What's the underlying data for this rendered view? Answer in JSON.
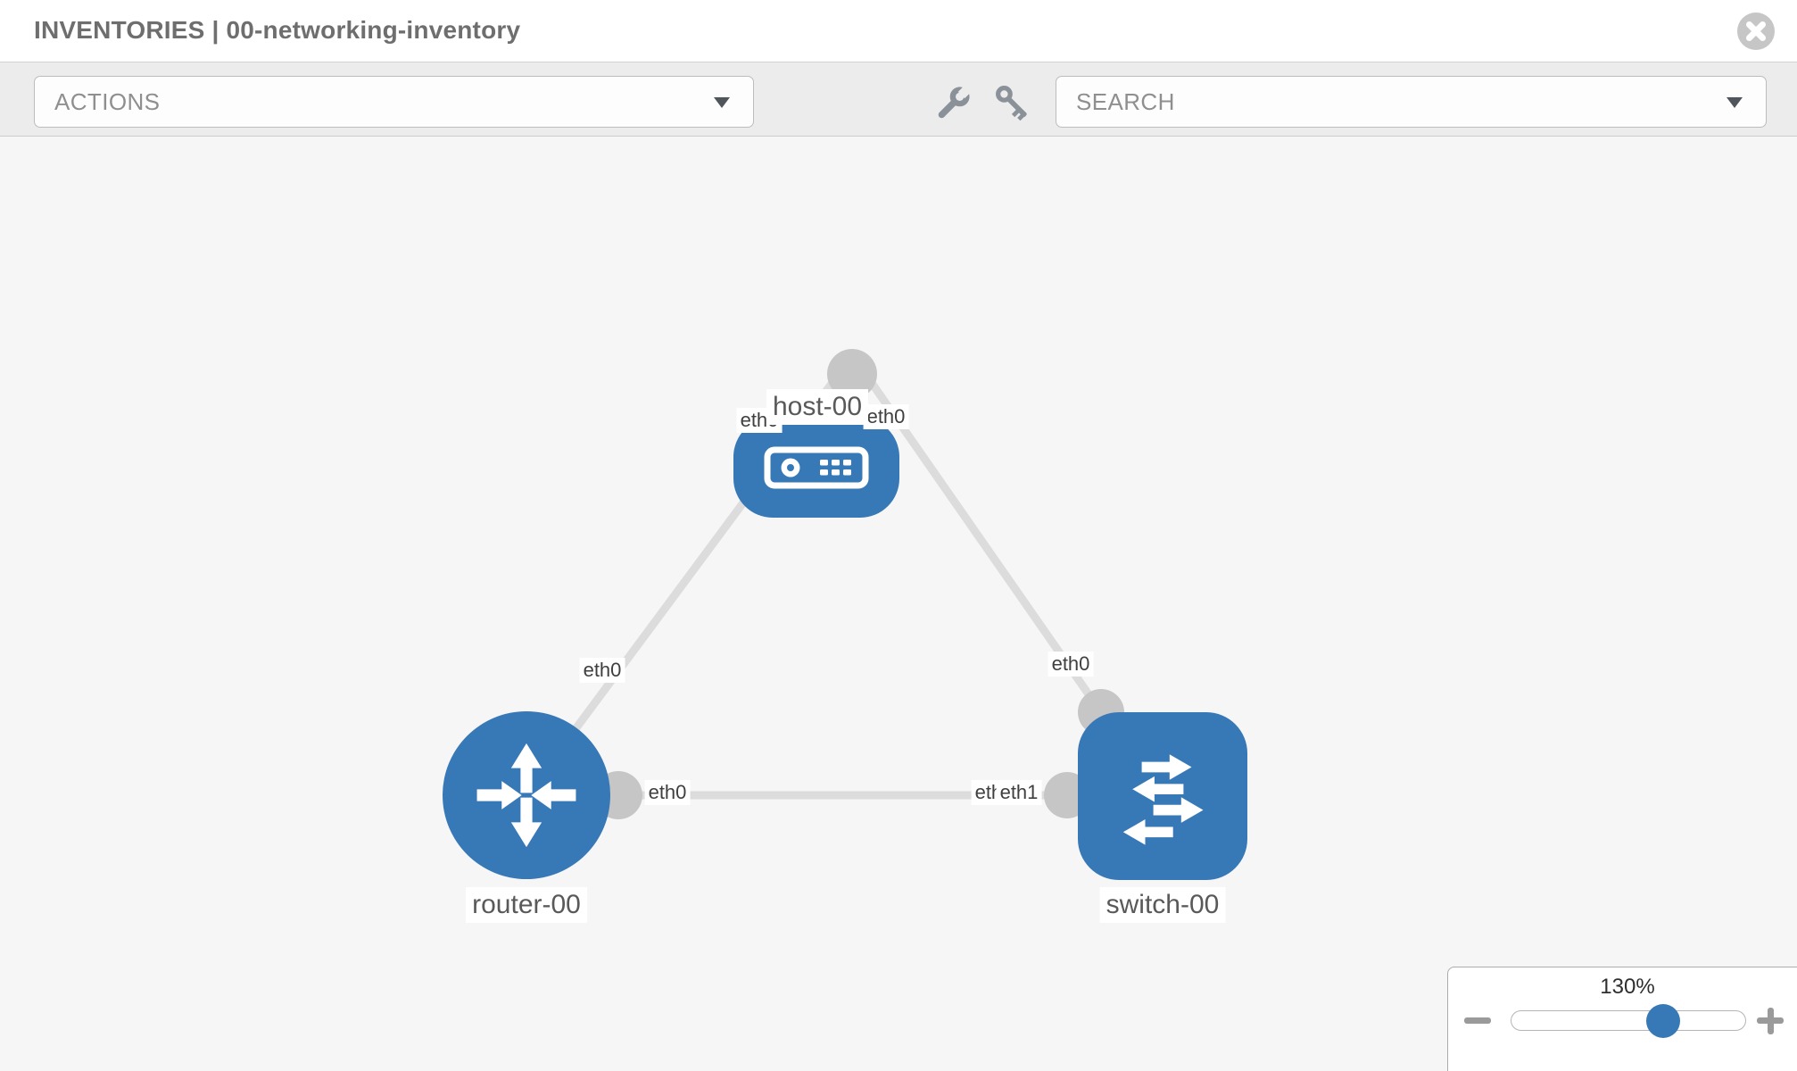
{
  "header": {
    "title": "INVENTORIES | 00-networking-inventory"
  },
  "toolbar": {
    "actions": {
      "label": "ACTIONS"
    },
    "search": {
      "label": "SEARCH"
    },
    "icons": [
      "wrench-icon",
      "key-icon"
    ]
  },
  "topology": {
    "nodes": [
      {
        "label": "host-00",
        "type": "host"
      },
      {
        "label": "router-00",
        "type": "router"
      },
      {
        "label": "switch-00",
        "type": "switch"
      }
    ],
    "links": [
      {
        "from": "host-00",
        "to": "router-00"
      },
      {
        "from": "host-00",
        "to": "switch-00"
      },
      {
        "from": "router-00",
        "to": "switch-00"
      }
    ],
    "interfaces": [
      {
        "label": "eth0",
        "position": "host-end-of-host-router-link"
      },
      {
        "label": "eth0",
        "position": "host-end-of-host-switch-link"
      },
      {
        "label": "eth0",
        "position": "router-end-of-host-router-link"
      },
      {
        "label": "eth0",
        "position": "switch-end-of-host-switch-link"
      },
      {
        "label": "eth0",
        "position": "router-end-of-router-switch-link"
      },
      {
        "label": "eth0",
        "position": "switch-end-of-router-switch-link-behind"
      },
      {
        "label": "eth1",
        "position": "switch-end-of-router-switch-link-front"
      }
    ]
  },
  "zoom_control": {
    "level": "130%"
  },
  "colors": {
    "node_blue": "#3778b7",
    "link_gray": "#dcdcdc",
    "connector_gray": "#c6c6c6",
    "toolbar_bg": "#ececec",
    "canvas_bg": "#f6f6f6",
    "title_text": "#6e6e6e"
  }
}
